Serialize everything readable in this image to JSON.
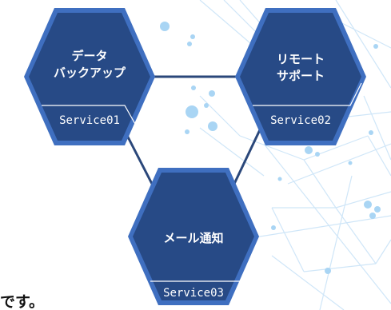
{
  "colors": {
    "hex_fill": "#274a86",
    "hex_border": "#3f6fc0",
    "network_line": "#c9e3f7",
    "network_dot": "#9fd0f2",
    "connector": "#2a477a"
  },
  "services": [
    {
      "title_line1": "データ",
      "title_line2": "バックアップ",
      "label": "Service01"
    },
    {
      "title_line1": "リモート",
      "title_line2": "サポート",
      "label": "Service02"
    },
    {
      "title_line1": "メール通知",
      "title_line2": "",
      "label": "Service03"
    }
  ],
  "caption_text": "です。"
}
